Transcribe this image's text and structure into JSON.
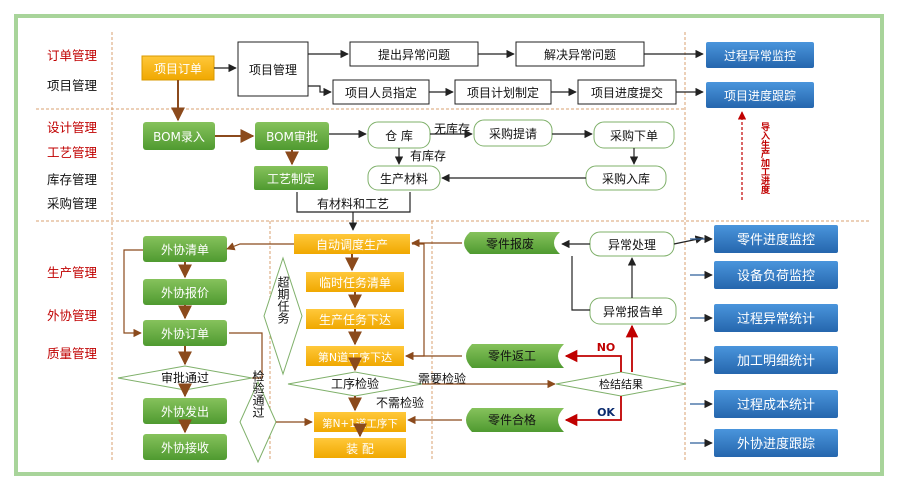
{
  "left_labels": {
    "order": "订单管理",
    "project": "项目管理",
    "design": "设计管理",
    "process": "工艺管理",
    "inventory": "库存管理",
    "purchase": "采购管理",
    "production": "生产管理",
    "outsource": "外协管理",
    "quality": "质量管理"
  },
  "top": {
    "project_order": "项目订单",
    "project_mgmt": "项目管理",
    "raise_issue": "提出异常问题",
    "solve_issue": "解决异常问题",
    "assign_staff": "项目人员指定",
    "plan": "项目计划制定",
    "progress_submit": "项目进度提交"
  },
  "design": {
    "bom_entry": "BOM录入",
    "bom_review": "BOM审批",
    "warehouse": "仓 库",
    "no_stock": "无库存",
    "purchase_request": "采购提请",
    "purchase_order": "采购下单",
    "in_stock": "有库存",
    "process_design": "工艺制定",
    "production_material": "生产材料",
    "purchase_inbound": "采购入库",
    "materials_process": "有材料和工艺"
  },
  "production": {
    "outsource_list": "外协清单",
    "outsource_quote": "外协报价",
    "outsource_order": "外协订单",
    "review_pass": "审批通过",
    "outsource_send": "外协发出",
    "outsource_receive": "外协接收",
    "auto_schedule": "自动调度生产",
    "temp_tasks": "临时任务清单",
    "release_tasks": "生产任务下达",
    "nth_process": "第N道工序下达",
    "process_inspect": "工序检验",
    "need_inspect": "需要检验",
    "no_inspect": "不需检验",
    "next_process": "第N+1道工序下",
    "assembly": "装    配",
    "overdue_tasks": "超期任务",
    "inspect_pass": "检验通过",
    "part_scrap": "零件报废",
    "exception_handle": "异常处理",
    "exception_report": "异常报告单",
    "part_rework": "零件返工",
    "inspect_result": "检结结果",
    "part_qualified": "零件合格",
    "no": "NO",
    "ok": "OK"
  },
  "right": {
    "process_exception_monitor": "过程异常监控",
    "project_progress_track": "项目进度跟踪",
    "import_note": "导入生产加工进度",
    "part_progress_monitor": "零件进度监控",
    "equipment_load_monitor": "设备负荷监控",
    "process_exception_stats": "过程异常统计",
    "machining_detail_stats": "加工明细统计",
    "process_cost_stats": "过程成本统计",
    "outsource_progress_track": "外协进度跟踪"
  },
  "colors": {
    "frame": "#a8d49a",
    "label_red": "#c00000",
    "orange": "#f5b400",
    "green": "#6aae46",
    "blue": "#2f7bc4",
    "arrow_brown": "#8b4a1c",
    "dashed": "#d8a070",
    "arrow_dark": "#222222",
    "arrow_red": "#c00000"
  }
}
